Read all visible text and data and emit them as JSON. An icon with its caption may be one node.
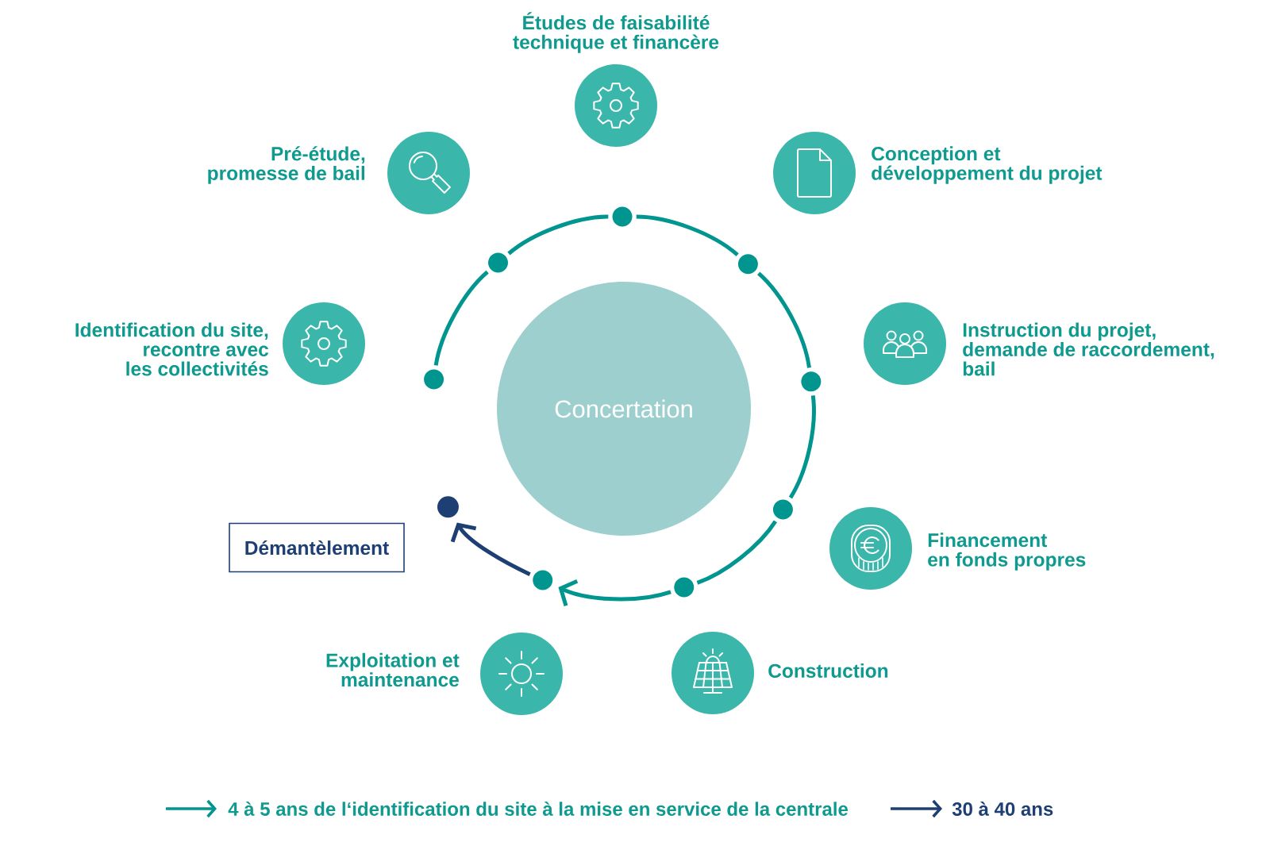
{
  "diagram": {
    "nodes": [
      {
        "text": [
          "Concertation"
        ]
      },
      {
        "text": [
          "Identification du site, recontre avec les collectivités"
        ]
      },
      {
        "text": [
          "Pré-étude, promesse de bail"
        ]
      },
      {
        "text": [
          "Études de faisabilité technique et financère"
        ]
      },
      {
        "text": [
          "Conception et développement du projet"
        ]
      },
      {
        "text": [
          "Instruction du projet, demande de raccordement, bail"
        ]
      },
      {
        "text": [
          "Financement en fonds propres"
        ]
      },
      {
        "text": [
          "Construction"
        ]
      },
      {
        "text": [
          "Exploitation et maintenance"
        ]
      },
      {
        "text": [
          "Démantèlement"
        ]
      },
      {
        "text": [],
        "shape": "circle"
      },
      {
        "text": [],
        "shape": "circle"
      },
      {
        "text": [],
        "shape": "circle"
      },
      {
        "text": [],
        "shape": "circle"
      },
      {
        "text": [],
        "shape": "circle"
      },
      {
        "text": [],
        "shape": "circle"
      },
      {
        "text": [],
        "shape": "circle"
      },
      {
        "text": [],
        "shape": "circle"
      },
      {
        "text": [],
        "shape": "circle"
      }
    ],
    "edges": [
      {
        "from": 10,
        "to": 11,
        "arrow": "none"
      },
      {
        "from": 11,
        "to": 12,
        "arrow": "none"
      },
      {
        "from": 12,
        "to": 13,
        "arrow": "none"
      },
      {
        "from": 13,
        "to": 14,
        "arrow": "none"
      },
      {
        "from": 14,
        "to": 15,
        "arrow": "none"
      },
      {
        "from": 15,
        "to": 16,
        "arrow": "none"
      },
      {
        "from": 16,
        "to": 17,
        "arrow": "to"
      },
      {
        "from": 17,
        "to": 18,
        "arrow": "to",
        "color": "#1e3f73"
      }
    ],
    "legend": [
      {
        "text": "4 à 5 ans de l‘identification du site à la mise en service de la centrale"
      },
      {
        "text": "30 à 40 ans"
      }
    ]
  }
}
